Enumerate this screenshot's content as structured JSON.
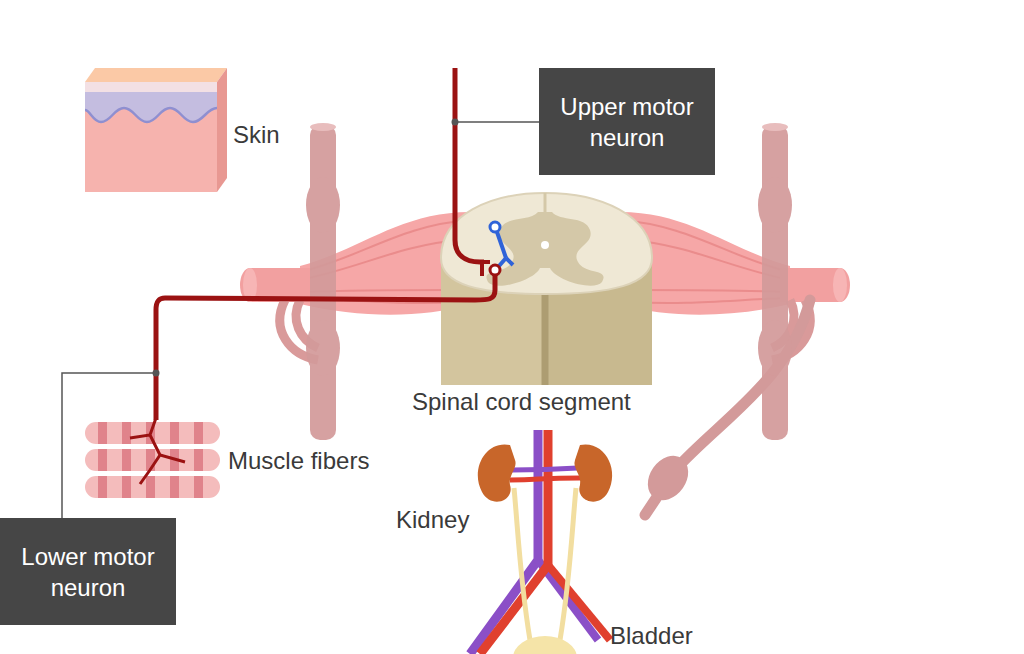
{
  "diagram": {
    "nodes": [
      {
        "text": [
          "Upper motor neuron"
        ]
      },
      {
        "text": [
          "Lower motor neuron"
        ]
      }
    ],
    "labels": [
      "Skin",
      "Spinal cord segment",
      "Muscle fibers",
      "Kidney",
      "Bladder"
    ]
  }
}
